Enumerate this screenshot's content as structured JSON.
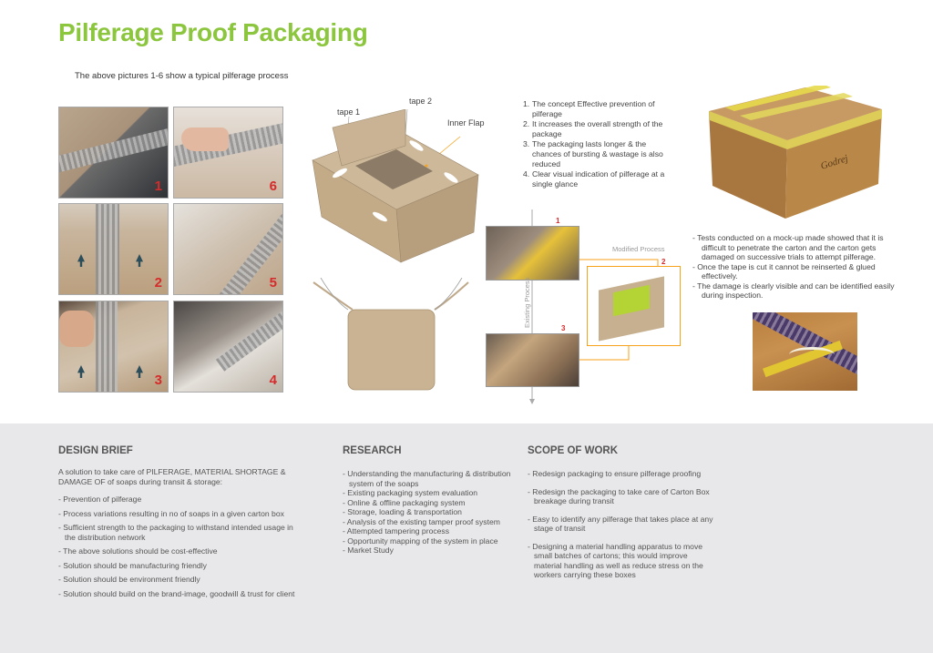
{
  "title": "Pilferage Proof Packaging",
  "caption": "The above pictures 1-6 show a typical pilferage process",
  "photos": [
    {
      "num": "1"
    },
    {
      "num": "2"
    },
    {
      "num": "3"
    },
    {
      "num": "4"
    },
    {
      "num": "5"
    },
    {
      "num": "6"
    }
  ],
  "diagram": {
    "tape1": "tape 1",
    "tape2": "tape 2",
    "inner_flap": "Inner Flap"
  },
  "concepts": [
    {
      "n": "1.",
      "text": "The concept Effective prevention of pilferage"
    },
    {
      "n": "2.",
      "text": "It increases the overall strength of the package"
    },
    {
      "n": "3.",
      "text": "The packaging lasts longer & the chances of bursting & wastage is also reduced"
    },
    {
      "n": "4.",
      "text": "Clear visual indication of pilferage at a single glance"
    }
  ],
  "flow": {
    "num1": "1",
    "num2": "2",
    "num3": "3",
    "modified": "Modified Process",
    "existing": "Existing Process"
  },
  "tests": [
    "- Tests conducted on a mock-up made showed that it is difficult to penetrate the carton and the carton gets damaged on successive trials to attempt pilferage.",
    "- Once the tape is cut it cannot be reinserted & glued effectively.",
    "- The damage is clearly visible and can be identified easily during inspection."
  ],
  "brand_mark": "Godrej",
  "design_brief": {
    "heading": "DESIGN BRIEF",
    "intro": "A solution to take care of PILFERAGE, MATERIAL SHORTAGE & DAMAGE OF of soaps during transit & storage:",
    "items": [
      "- Prevention of pilferage",
      "- Process variations resulting in no of soaps in a given carton box",
      "- Sufficient strength to the packaging to withstand intended usage in the distribution network",
      "- The above solutions should be cost-effective",
      "- Solution should be manufacturing friendly",
      "- Solution should be environment friendly",
      "- Solution should build on the brand-image, goodwill & trust for client"
    ]
  },
  "research": {
    "heading": "RESEARCH",
    "items": [
      "- Understanding the manufacturing & distribution system of the soaps",
      "- Existing packaging system evaluation",
      "- Online & offline packaging system",
      "- Storage, loading & transportation",
      "- Analysis of the existing tamper proof system",
      "- Attempted tampering process",
      "- Opportunity mapping of the system in place",
      "- Market Study"
    ]
  },
  "scope": {
    "heading": "SCOPE OF WORK",
    "items": [
      "- Redesign packaging to ensure pilferage proofing",
      "- Redesign the packaging to take care of Carton Box breakage during transit",
      "- Easy to identify any pilferage that takes place at any stage of transit",
      "- Designing a material handling apparatus to move small batches of cartons; this would improve material handling as well as reduce stress on the workers carrying these boxes"
    ]
  },
  "colors": {
    "title_green": "#8cc63f",
    "accent_red": "#d62b2b",
    "flow_orange": "#f7a21b",
    "panel_grey": "#e8e8ea"
  }
}
